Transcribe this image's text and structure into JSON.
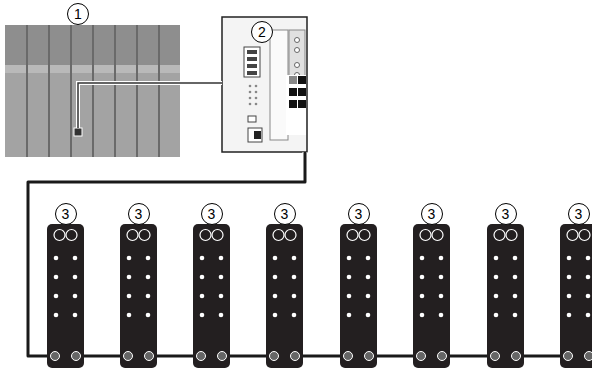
{
  "diagram": {
    "nodes": [
      {
        "text": [
          "1"
        ]
      },
      {
        "text": [
          "2"
        ]
      },
      {
        "text": [
          "3"
        ]
      },
      {
        "text": [
          "3"
        ]
      },
      {
        "text": [
          "3"
        ]
      },
      {
        "text": [
          "3"
        ]
      },
      {
        "text": [
          "3"
        ]
      },
      {
        "text": [
          "3"
        ]
      },
      {
        "text": [
          "3"
        ]
      },
      {
        "text": [
          "3"
        ]
      }
    ],
    "edges": [
      {
        "from": 0,
        "to": 1,
        "arrow": "none"
      },
      {
        "from": 1,
        "to": 2,
        "arrow": "none"
      },
      {
        "from": 2,
        "to": 3,
        "arrow": "none"
      },
      {
        "from": 3,
        "to": 4,
        "arrow": "none"
      },
      {
        "from": 4,
        "to": 5,
        "arrow": "none"
      },
      {
        "from": 5,
        "to": 6,
        "arrow": "none"
      },
      {
        "from": 6,
        "to": 7,
        "arrow": "none"
      },
      {
        "from": 7,
        "to": 8,
        "arrow": "none"
      },
      {
        "from": 8,
        "to": 9,
        "arrow": "none"
      }
    ]
  }
}
